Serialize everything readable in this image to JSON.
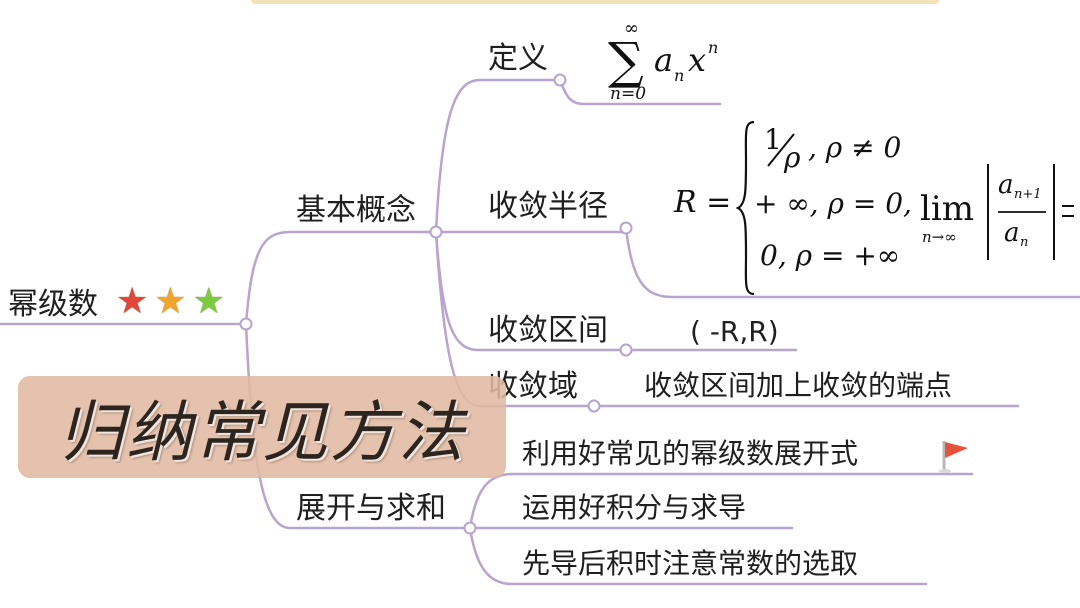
{
  "root": {
    "label": "幂级数",
    "stars": [
      {
        "name": "red-star",
        "color": "#e0463a"
      },
      {
        "name": "orange-star",
        "color": "#f3a42a"
      },
      {
        "name": "green-star",
        "color": "#7ccb3e"
      }
    ]
  },
  "branches": {
    "basic": {
      "label": "基本概念",
      "children": {
        "definition": {
          "label": "定义",
          "formula": {
            "sum": "∑",
            "upper": "∞",
            "lower": "n=0",
            "term_a": "a",
            "term_a_sub": "n",
            "term_x": "x",
            "term_x_sup": "n"
          }
        },
        "radius": {
          "label": "收敛半径",
          "formula": {
            "lhs": "R =",
            "case1_num": "1",
            "case1_den": "ρ",
            "case1_cond": ", ρ ≠ 0",
            "case2": "+ ∞, ρ = 0,",
            "case3": "0, ρ = +∞",
            "lim": "lim",
            "lim_sub": "n→∞",
            "frac_num": "a",
            "frac_num_sub": "n+1",
            "frac_den": "a",
            "frac_den_sub": "n",
            "eq": "="
          }
        },
        "interval": {
          "label": "收敛区间",
          "value": "( -R,R)"
        },
        "domain": {
          "label": "收敛域",
          "value": "收敛区间加上收敛的端点"
        }
      }
    },
    "expand": {
      "label": "展开与求和",
      "children": [
        {
          "label": "利用好常见的幂级数展开式"
        },
        {
          "label": "运用好积分与求导"
        },
        {
          "label": "先导后积时注意常数的选取"
        }
      ]
    }
  },
  "banner": {
    "text": "归纳常见方法"
  },
  "colors": {
    "branch": "#b9a3cf",
    "banner": "#e1baa2",
    "flag": "#e5533c"
  },
  "icons": {
    "flag": "flag-icon"
  }
}
